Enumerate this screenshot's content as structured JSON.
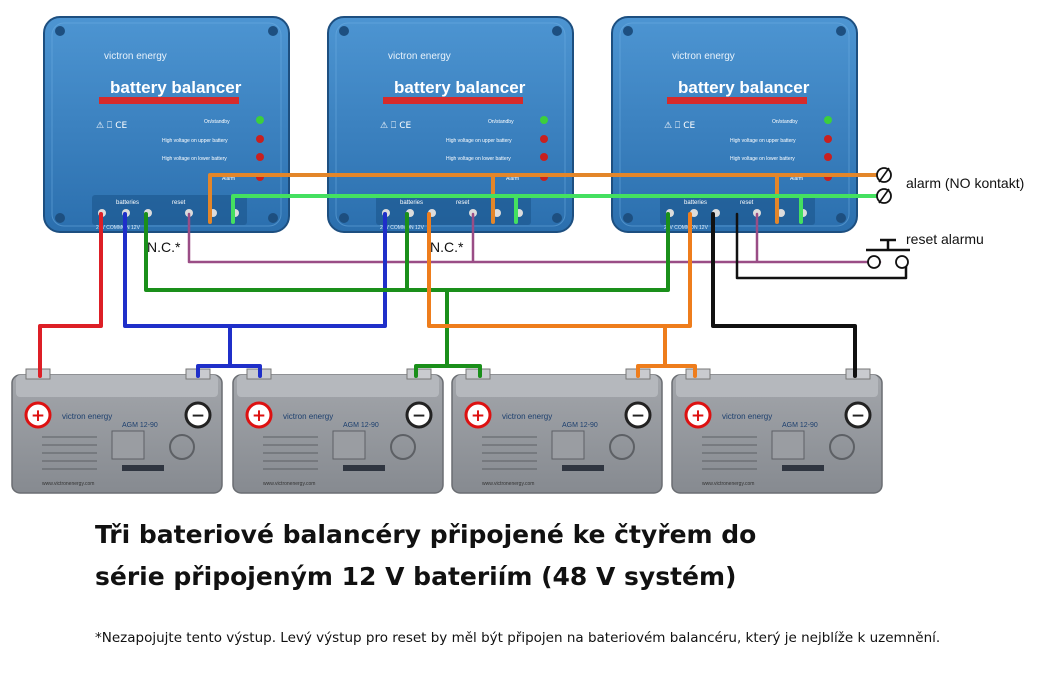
{
  "diagram": {
    "balancer": {
      "brand": "victron energy",
      "title": "battery balancer",
      "cert": "⚠ ⎕ CE",
      "led_labels": [
        "On/standby",
        "High voltage on upper battery",
        "High voltage on lower battery",
        "Alarm"
      ],
      "terminal_labels": [
        "batteries",
        "reset"
      ],
      "common_label": "24V COMMON 12V"
    },
    "battery": {
      "brand": "victron energy",
      "model": "AGM 12-90",
      "plus": "+",
      "minus": "−",
      "bottom_text": "www.victronenergy.com"
    },
    "labels": {
      "alarm": "alarm (NO kontakt)",
      "reset": "reset alarmu",
      "nc_left": "N.C.*",
      "nc_mid": "N.C.*"
    },
    "wire_colors": {
      "red": "#dd1f26",
      "blue": "#1f2fc9",
      "green": "#1a8f1a",
      "orange": "#ee7d1c",
      "black": "#111111",
      "purple": "#9a4d86",
      "alarm_orange": "#e3862a",
      "alarm_green": "#44e060"
    }
  },
  "caption": {
    "line1": "Tři bateriové balancéry připojené ke čtyřem do",
    "line2": "série připojeným 12 V bateriím (48 V systém)"
  },
  "footnote": "*Nezapojujte tento výstup. Levý výstup pro reset by měl být připojen na bateriovém balancéru, který je nejblíže k uzemnění."
}
